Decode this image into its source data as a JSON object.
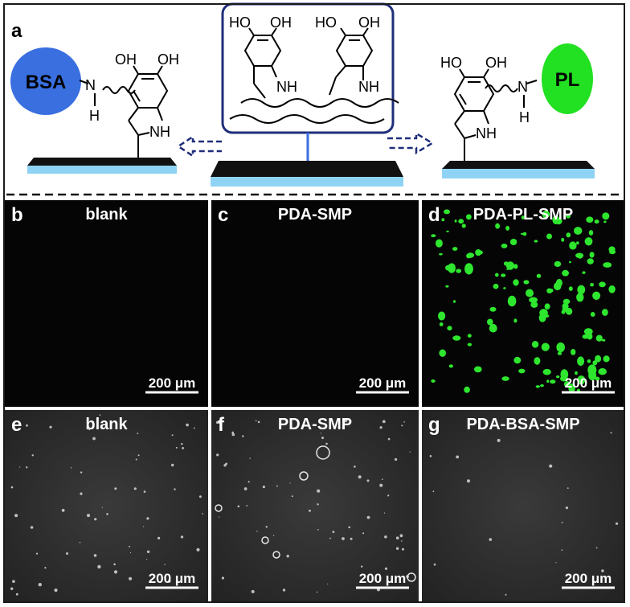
{
  "panel_a": {
    "letter": "a",
    "left_protein": "BSA",
    "right_protein": "PL",
    "atoms": {
      "oh": "OH",
      "ho": "HO",
      "n": "N",
      "h": "H",
      "nh": "NH"
    },
    "colors": {
      "bsa": "#3a6fe0",
      "pl": "#22e022",
      "box": "#1f2e7a",
      "substrate_top": "#111111",
      "substrate_base": "#8fd3f4"
    }
  },
  "panels": [
    {
      "letter": "b",
      "title": "blank",
      "scale": "200 μm",
      "kind": "fluorescence"
    },
    {
      "letter": "c",
      "title": "PDA-SMP",
      "scale": "200 μm",
      "kind": "fluorescence"
    },
    {
      "letter": "d",
      "title": "PDA-PL-SMP",
      "scale": "200 μm",
      "kind": "fluorescence"
    },
    {
      "letter": "e",
      "title": "blank",
      "scale": "200 μm",
      "kind": "sem"
    },
    {
      "letter": "f",
      "title": "PDA-SMP",
      "scale": "200 μm",
      "kind": "sem"
    },
    {
      "letter": "g",
      "title": "PDA-BSA-SMP",
      "scale": "200 μm",
      "kind": "sem"
    }
  ]
}
